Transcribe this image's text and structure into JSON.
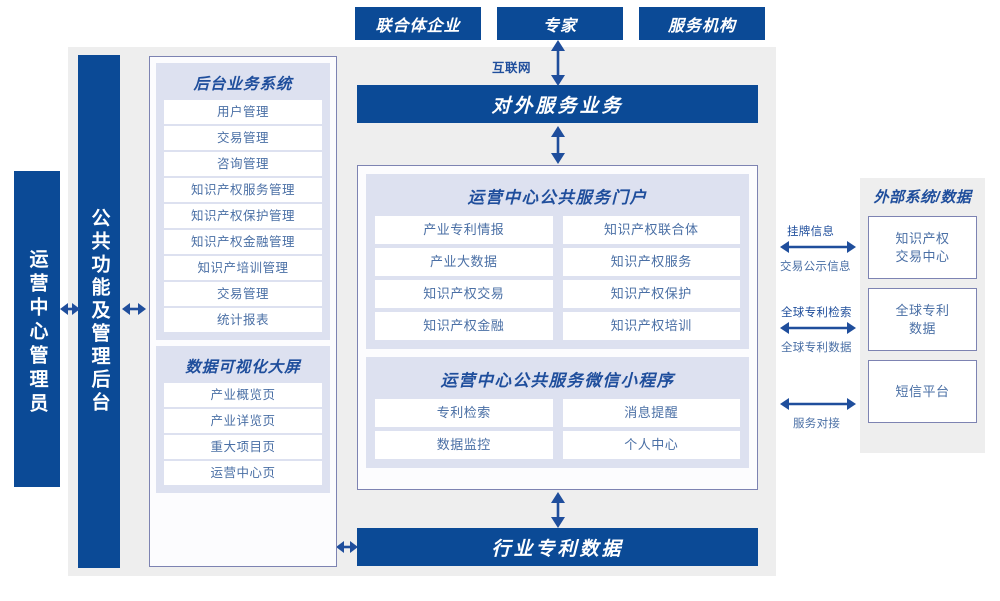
{
  "top_actors": [
    {
      "label": "联合体企业"
    },
    {
      "label": "专家"
    },
    {
      "label": "服务机构"
    }
  ],
  "internet_label": "互联网",
  "outward_service": "对外服务业务",
  "bottom_bar": "行业专利数据",
  "vertical_bars": {
    "admin": "运营中心管理员",
    "common": "公共功能及管理后台"
  },
  "left_panel": {
    "groups": [
      {
        "title": "后台业务系统",
        "items": [
          "用户管理",
          "交易管理",
          "咨询管理",
          "知识产权服务管理",
          "知识产权保护管理",
          "知识产权金融管理",
          "知识产培训管理",
          "交易管理",
          "统计报表"
        ]
      },
      {
        "title": "数据可视化大屏",
        "items": [
          "产业概览页",
          "产业详览页",
          "重大项目页",
          "运营中心页"
        ]
      }
    ]
  },
  "portal_panel": {
    "groups": [
      {
        "title": "运营中心公共服务门户",
        "items": [
          "产业专利情报",
          "知识产权联合体",
          "产业大数据",
          "知识产权服务",
          "知识产权交易",
          "知识产权保护",
          "知识产权金融",
          "知识产权培训"
        ]
      },
      {
        "title": "运营中心公共服务微信小程序",
        "items": [
          "专利检索",
          "消息提醒",
          "数据监控",
          "个人中心"
        ]
      }
    ]
  },
  "external_panel": {
    "title": "外部系统/数据",
    "boxes": [
      {
        "line1": "知识产权",
        "line2": "交易中心"
      },
      {
        "line1": "全球专利",
        "line2": "数据"
      },
      {
        "line1": "短信平台",
        "line2": ""
      }
    ],
    "connections": [
      {
        "above": "挂牌信息",
        "below": "交易公示信息"
      },
      {
        "above": "全球专利检索",
        "below": "全球专利数据"
      },
      {
        "above": "",
        "below": "服务对接"
      }
    ]
  },
  "colors": {
    "brand_blue": "#0b4a96",
    "title_blue": "#1f4e9c",
    "text_blue": "#4a6fa5",
    "group_bg": "#dde1f0",
    "frame_bg": "#eeeeee",
    "border": "#7d83b2"
  }
}
